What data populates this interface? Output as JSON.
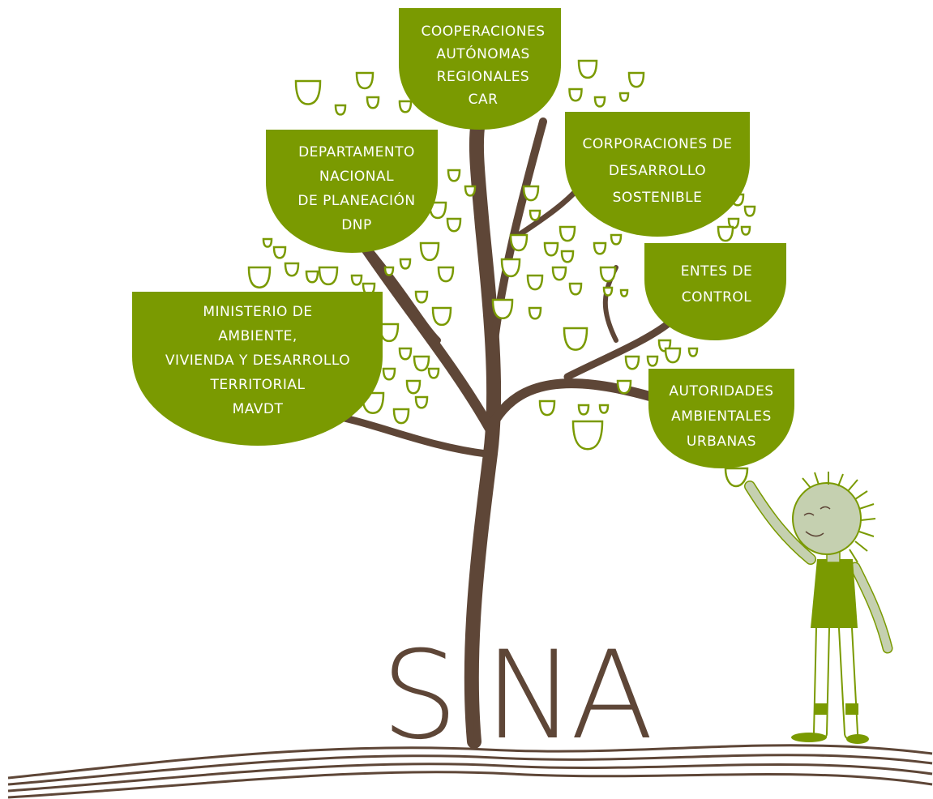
{
  "title": "SINA",
  "colors": {
    "leaf": "#7a9a01",
    "leaf_outline": "#7a9a01",
    "trunk": "#5e4637",
    "person_skin": "#c5d0b0",
    "person_shirt": "#7a9a01",
    "text_on_leaf": "#ffffff"
  },
  "entities": [
    {
      "id": "car",
      "lines": [
        "COOPERACIONES",
        "AUTÓNOMAS",
        "REGIONALES",
        "CAR"
      ]
    },
    {
      "id": "dnp",
      "lines": [
        "DEPARTAMENTO",
        "NACIONAL",
        "DE PLANEACIÓN",
        "DNP"
      ]
    },
    {
      "id": "cds",
      "lines": [
        "CORPORACIONES DE",
        "DESARROLLO",
        "SOSTENIBLE"
      ]
    },
    {
      "id": "control",
      "lines": [
        "ENTES DE",
        "CONTROL"
      ]
    },
    {
      "id": "mavdt",
      "lines": [
        "MINISTERIO DE",
        "AMBIENTE,",
        "VIVIENDA Y DESARROLLO",
        "TERRITORIAL",
        "MAVDT"
      ]
    },
    {
      "id": "aau",
      "lines": [
        "AUTORIDADES",
        "AMBIENTALES",
        "URBANAS"
      ]
    }
  ]
}
